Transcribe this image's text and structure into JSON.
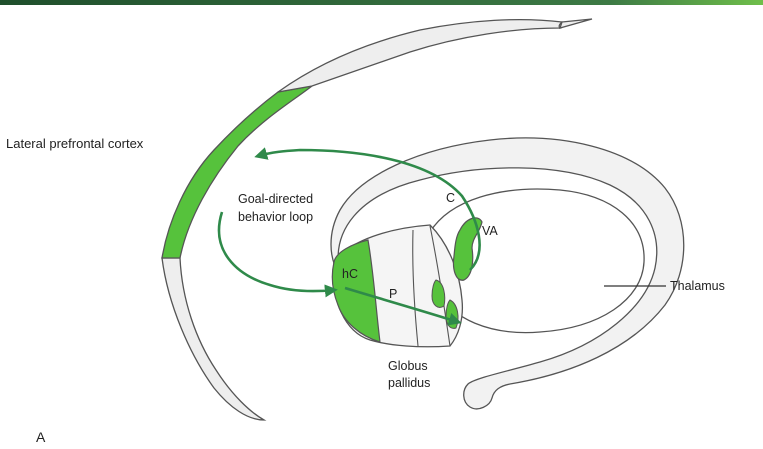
{
  "figure": {
    "panel_letter": "A",
    "labels": {
      "cortex": "Lateral prefrontal cortex",
      "loop_line1": "Goal-directed",
      "loop_line2": "behavior loop",
      "caudate": "C",
      "ventral_anterior": "VA",
      "head_caudate": "hC",
      "putamen": "P",
      "thalamus": "Thalamus",
      "globus_line1": "Globus",
      "globus_line2": "pallidus"
    }
  },
  "colors": {
    "highlight_green": "#56c23c",
    "arrow_green": "#2f8a4a",
    "outline": "#555555",
    "fill_light": "#f0f0f0",
    "top_bar": "#2e6e3e"
  }
}
